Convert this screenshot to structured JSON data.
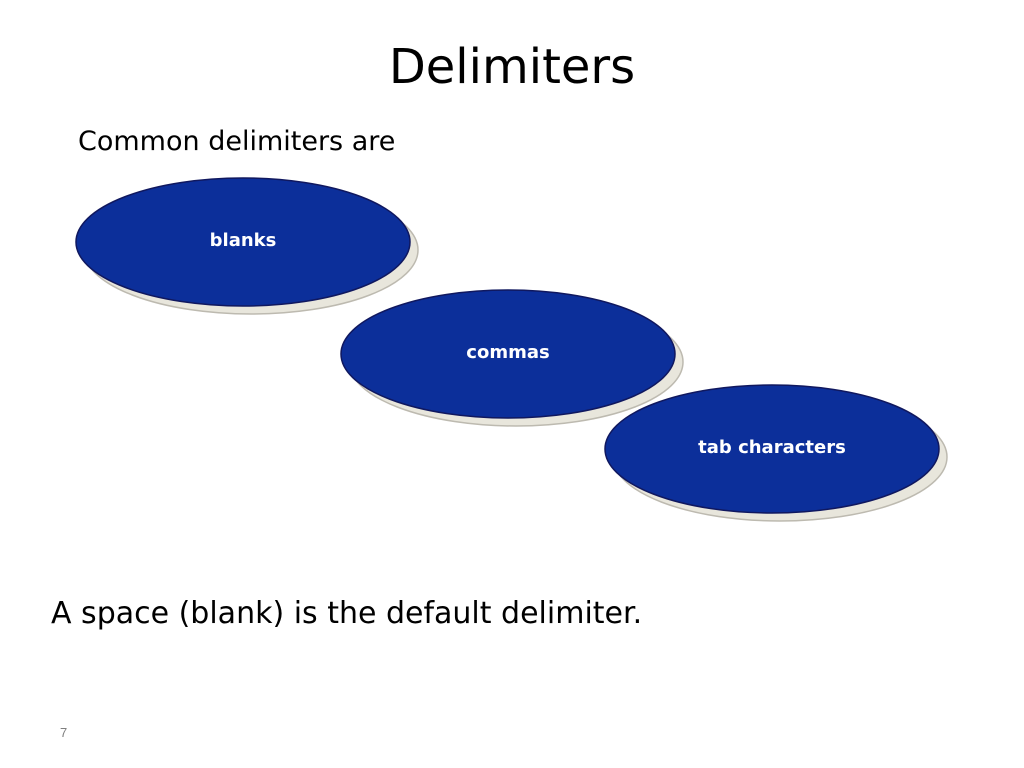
{
  "slide": {
    "title": "Delimiters",
    "intro": "Common delimiters are",
    "delimiters": [
      "blanks",
      "commas",
      "tab characters"
    ],
    "statement": "A space (blank) is the default delimiter.",
    "page_number": "7"
  },
  "colors": {
    "oval_fill": "#0c2f9a",
    "oval_outline": "#10185f",
    "oval_shadow": "#e8e6dc",
    "oval_shadow_outline": "#bdbab0",
    "label_text": "#ffffff"
  }
}
